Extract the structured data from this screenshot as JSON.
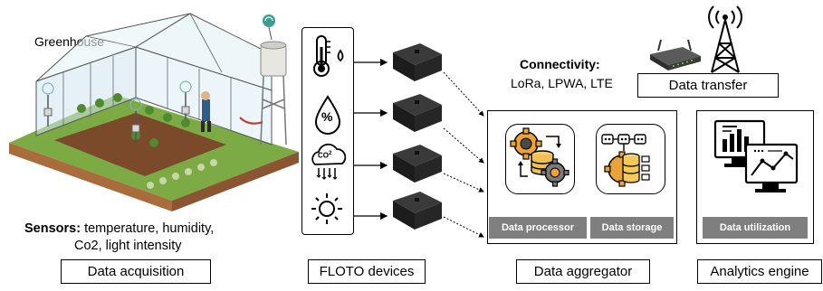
{
  "greenhouse": {
    "title": "Greenhouse",
    "sensors_heading": "Sensors:",
    "sensors_list_line1": "temperature, humidity,",
    "sensors_list_line2": "Co2, light intensity",
    "stage_label": "Data acquisition"
  },
  "floto": {
    "stage_label": "FLOTO devices",
    "sensor_icons": [
      "thermometer-icon",
      "humidity-drop-icon",
      "co2-icon",
      "sun-icon"
    ],
    "co2_text": "CO",
    "co2_sub": "2",
    "drop_symbol": "%"
  },
  "connectivity": {
    "heading": "Connectivity:",
    "protocols": "LoRa, LPWA, LTE",
    "stage_label": "Data transfer"
  },
  "aggregator": {
    "stage_label": "Data aggregator",
    "processor_label": "Data processor",
    "storage_label": "Data storage"
  },
  "analytics": {
    "stage_label": "Analytics engine",
    "utilization_label": "Data utilization"
  },
  "colors": {
    "tag_gray": "#7f7f7f",
    "gear_orange": "#e8a33a",
    "device_black": "#1c1c1c"
  }
}
